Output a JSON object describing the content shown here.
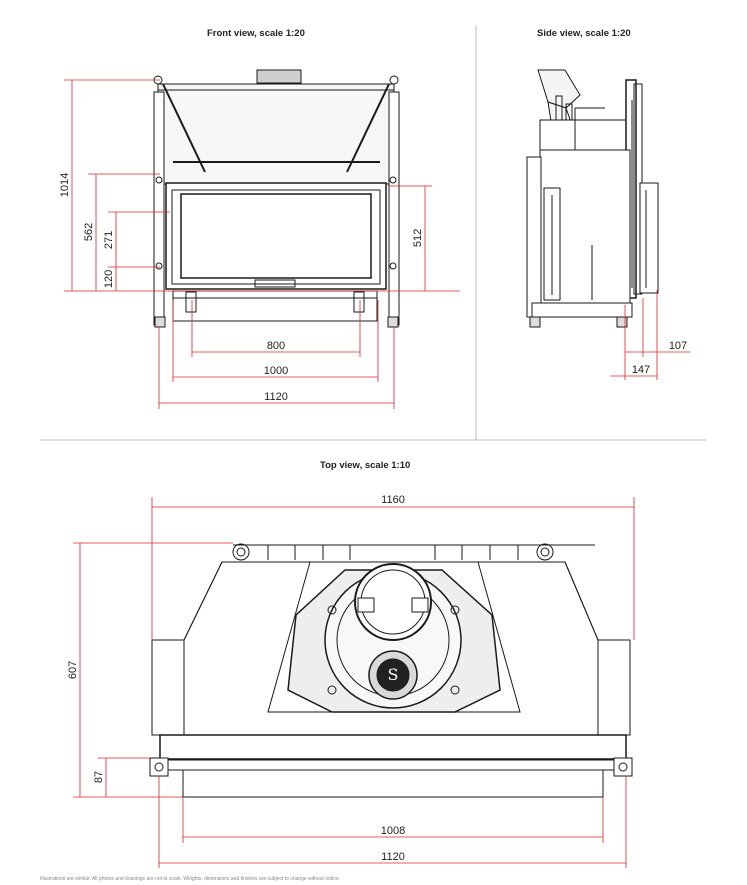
{
  "views": {
    "front": {
      "title": "Front view, scale 1:20",
      "dims": {
        "height_total": "1014",
        "height_562": "562",
        "height_271": "271",
        "height_120": "120",
        "height_512": "512",
        "width_800": "800",
        "width_1000": "1000",
        "width_1120": "1120"
      }
    },
    "side": {
      "title": "Side view, scale 1:20",
      "dims": {
        "depth_107": "107",
        "depth_147": "147"
      }
    },
    "top": {
      "title": "Top view, scale 1:10",
      "dims": {
        "width_1160": "1160",
        "depth_607": "607",
        "depth_87": "87",
        "width_1008": "1008",
        "width_1120": "1120"
      }
    }
  },
  "footnote": "Illustrations are similar. All photos and drawings are not to scale. Weights, dimensions and finishes are subject to change without notice.",
  "colors": {
    "dimension_line": "#e0262b",
    "drawing_line": "#1a1a1a",
    "separator": "#bbbbbb"
  }
}
